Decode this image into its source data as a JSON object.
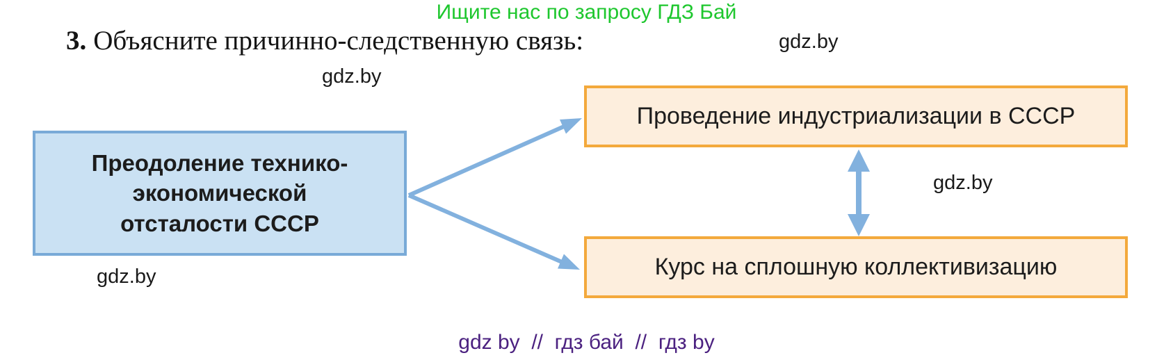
{
  "page": {
    "header_note": "Ищите нас по запросу ГДЗ Бай",
    "task_number": "3.",
    "task_text": "Объясните причинно-следственную связь:",
    "footer_note": "gdz by  //  гдз бай  //  гдз by"
  },
  "watermarks": {
    "top_right": "gdz.by",
    "upper_left": "gdz.by",
    "bottom_left": "gdz.by",
    "middle_right": "gdz.by"
  },
  "diagram": {
    "type": "cause-effect",
    "cause": "Преодоление технико-экономической отсталости СССР",
    "cause_lines": [
      "Преодоление технико-",
      "экономической",
      "отсталости СССР"
    ],
    "effect_top": "Проведение индустриализации в СССР",
    "effect_bottom": "Курс на сплошную коллективизацию",
    "relations": [
      "cause -> effect_top",
      "cause -> effect_bottom",
      "effect_top <-> effect_bottom"
    ],
    "colors": {
      "cause_fill": "#cae1f3",
      "cause_border": "#79aad7",
      "effect_fill": "#fdeedd",
      "effect_border": "#f3a93c",
      "arrow": "#82b1de",
      "header_green": "#1ec72e",
      "footer_purple": "#4b2180",
      "text": "#1c1c1c"
    }
  }
}
